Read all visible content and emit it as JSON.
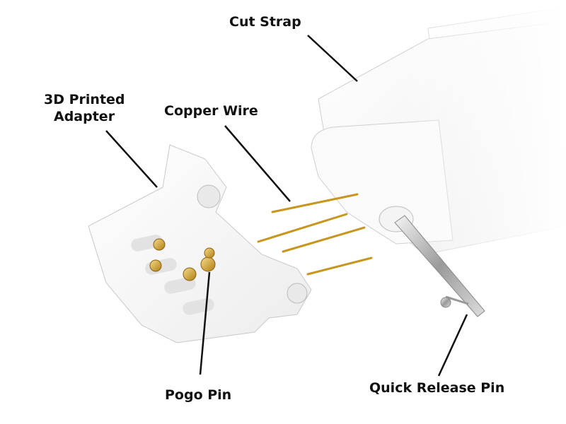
{
  "labels": {
    "cut_strap": "Cut Strap",
    "adapter_line1": "3D Printed",
    "adapter_line2": "Adapter",
    "copper_wire": "Copper Wire",
    "pogo_pin": "Pogo Pin",
    "quick_release_pin": "Quick Release Pin"
  },
  "colors": {
    "copper": "#c8961e",
    "outline": "#c9c9c9",
    "leader": "#111111"
  }
}
